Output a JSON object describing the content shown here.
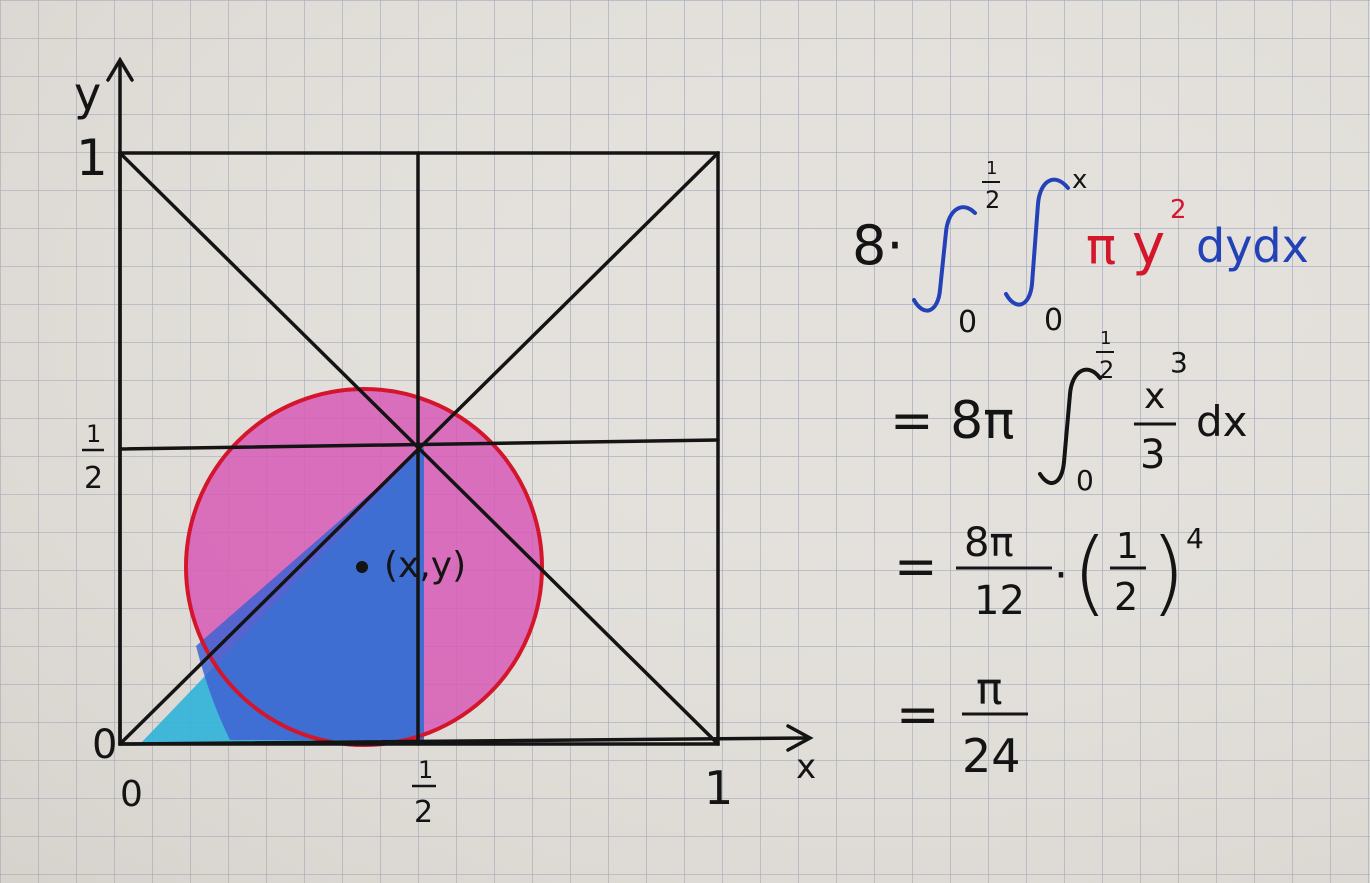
{
  "sheet": {
    "paper_color": "#e4e1dc",
    "grid_color": "#9aa3b8"
  },
  "figure": {
    "axis_labels": {
      "x": "x",
      "y": "y"
    },
    "ticks": {
      "x_zero": "0",
      "x_half_num": "1",
      "x_half_den": "2",
      "x_one": "1",
      "y_zero": "0",
      "y_half_num": "1",
      "y_half_den": "2",
      "y_one": "1"
    },
    "point_label": "(x,y)",
    "colors": {
      "ink": "#141414",
      "circle_stroke": "#d3162c",
      "circle_fill": "#d75bb6",
      "triangle_fill": "#2fb2d9",
      "region_fill": "#3f63d2"
    }
  },
  "math": {
    "line1": {
      "prefix": "8·",
      "outer_upper_num": "1",
      "outer_upper_den": "2",
      "outer_lower": "0",
      "inner_upper": "x",
      "inner_lower": "0",
      "integrand_pi": "π",
      "integrand_y": "y",
      "integrand_exp": "2",
      "differentials": "dydx"
    },
    "line2": {
      "prefix": "= 8π",
      "upper_num": "1",
      "upper_den": "2",
      "lower": "0",
      "frac_num": "x",
      "frac_den": "3",
      "exp": "3",
      "dx": "dx"
    },
    "line3": {
      "eq": "=",
      "frac_num": "8π",
      "frac_den": "12",
      "dot": "·",
      "paren_open": "(",
      "inner_num": "1",
      "inner_den": "2",
      "paren_close": ")",
      "exp": "4"
    },
    "line4": {
      "eq": "=",
      "frac_num": "π",
      "frac_den": "24"
    },
    "colors": {
      "ink": "#141414",
      "blue": "#2342b8",
      "red": "#d3162c"
    }
  }
}
